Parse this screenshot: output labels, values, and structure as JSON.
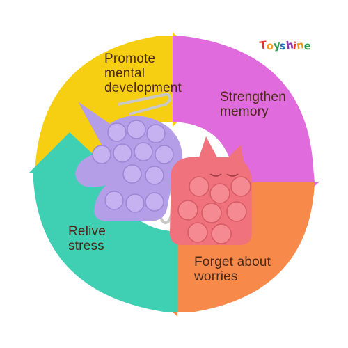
{
  "brand": {
    "logo_text": "Toyshine",
    "logo_letter_colors": [
      "#e4322b",
      "#f39a1e",
      "#2a9d4a",
      "#1f6fc0",
      "#8b3ab0",
      "#e4322b",
      "#f39a1e",
      "#2a9d4a"
    ]
  },
  "cycle": {
    "segments": [
      {
        "id": "top-left",
        "lines": [
          "Promote",
          "mental",
          "development"
        ],
        "color": "#f7cf12"
      },
      {
        "id": "top-right",
        "lines": [
          "Strengthen",
          "memory"
        ],
        "color": "#e06bdc"
      },
      {
        "id": "bottom-right",
        "lines": [
          "Forget about",
          "worries"
        ],
        "color": "#f7894a"
      },
      {
        "id": "left",
        "lines": [
          "Relive",
          "stress"
        ],
        "color": "#3fd0b4"
      }
    ],
    "text_color": "#4a2a18"
  },
  "products": {
    "unicorn_color": "#b59ee8",
    "cat_color": "#f0727c",
    "keychain_color": "#c8c8c8"
  }
}
